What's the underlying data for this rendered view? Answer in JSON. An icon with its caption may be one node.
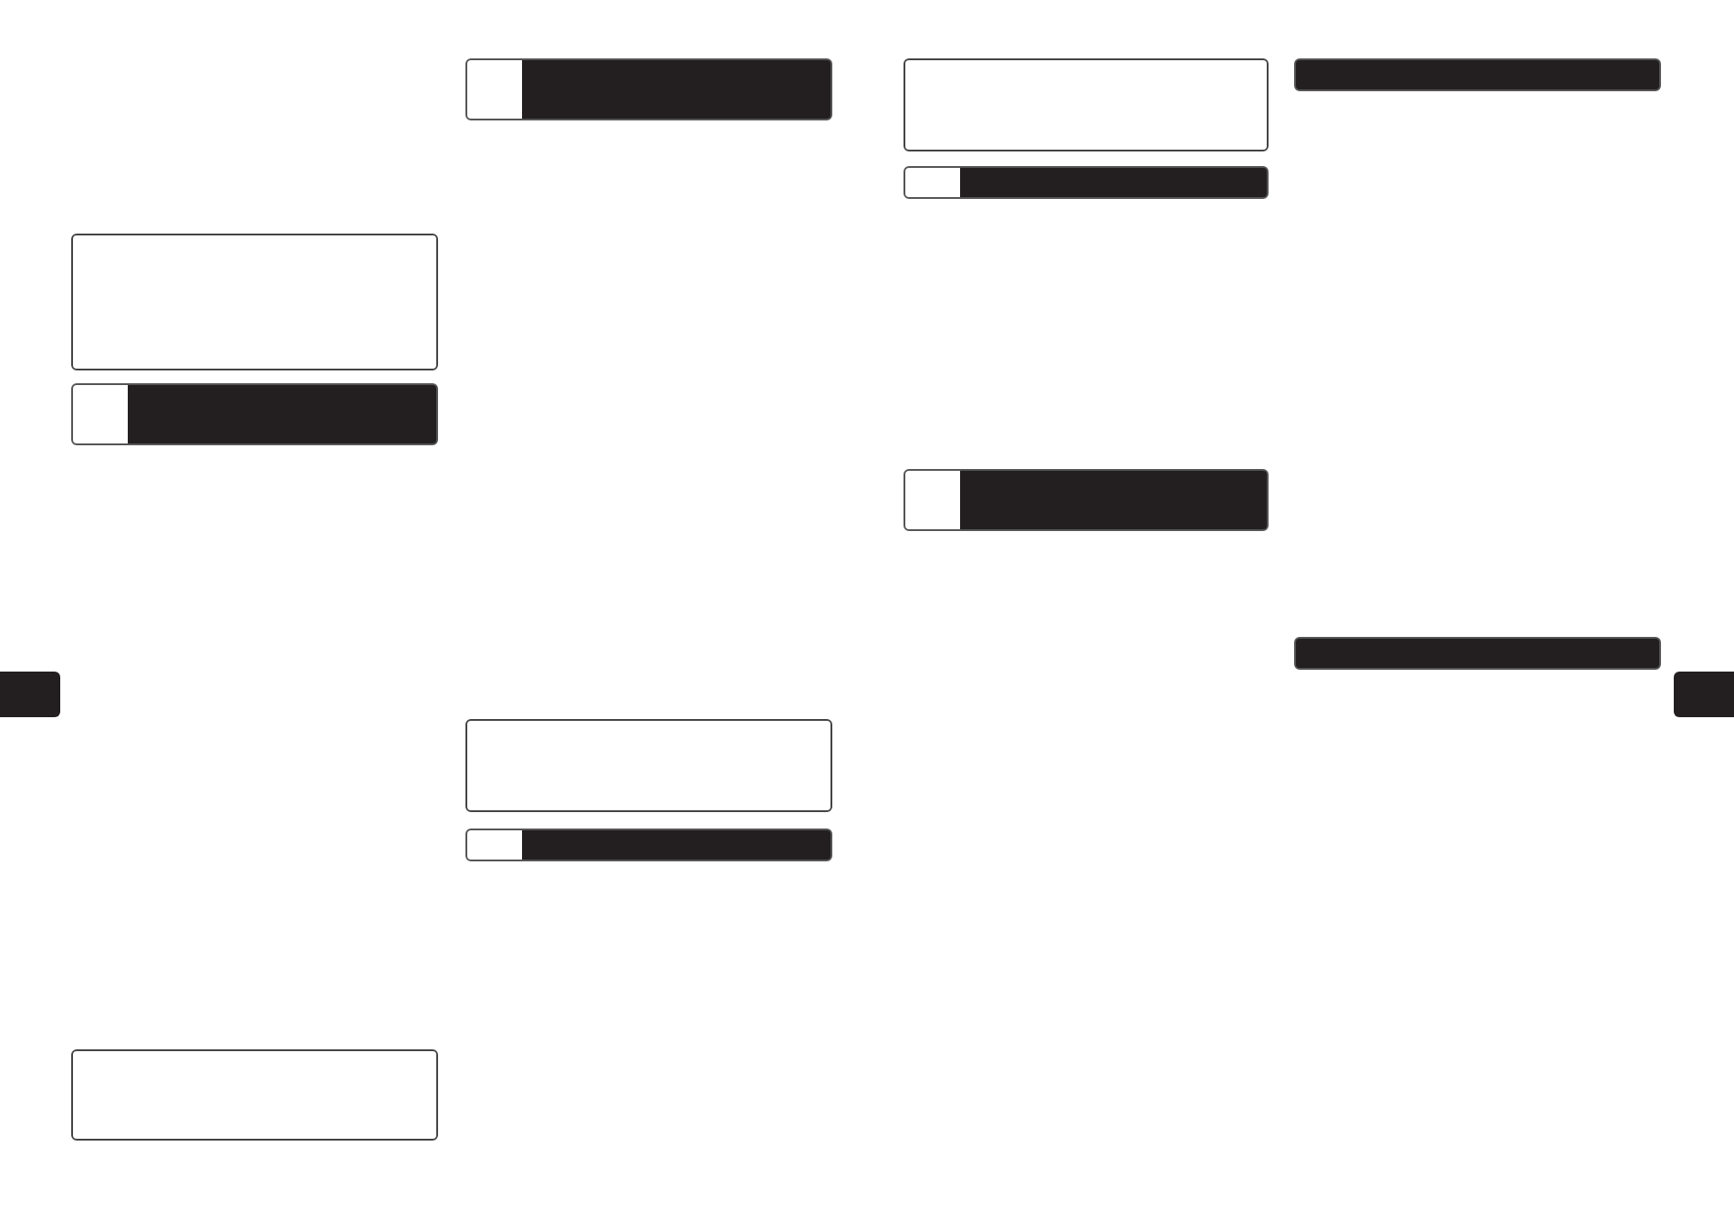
{
  "diagram": {
    "nodes": [
      {
        "text": [],
        "shape": "tab"
      },
      {
        "text": [],
        "shape": "box"
      },
      {
        "text": [],
        "shape": "bar"
      },
      {
        "text": [],
        "shape": "box"
      },
      {
        "text": [],
        "shape": "bar"
      },
      {
        "text": [],
        "shape": "box"
      },
      {
        "text": [],
        "shape": "bar"
      },
      {
        "text": [],
        "shape": "box"
      },
      {
        "text": [],
        "shape": "bar"
      },
      {
        "text": [],
        "shape": "bar"
      },
      {
        "text": [],
        "shape": "bar"
      },
      {
        "text": [],
        "shape": "bar"
      },
      {
        "text": [],
        "shape": "tab"
      }
    ]
  }
}
